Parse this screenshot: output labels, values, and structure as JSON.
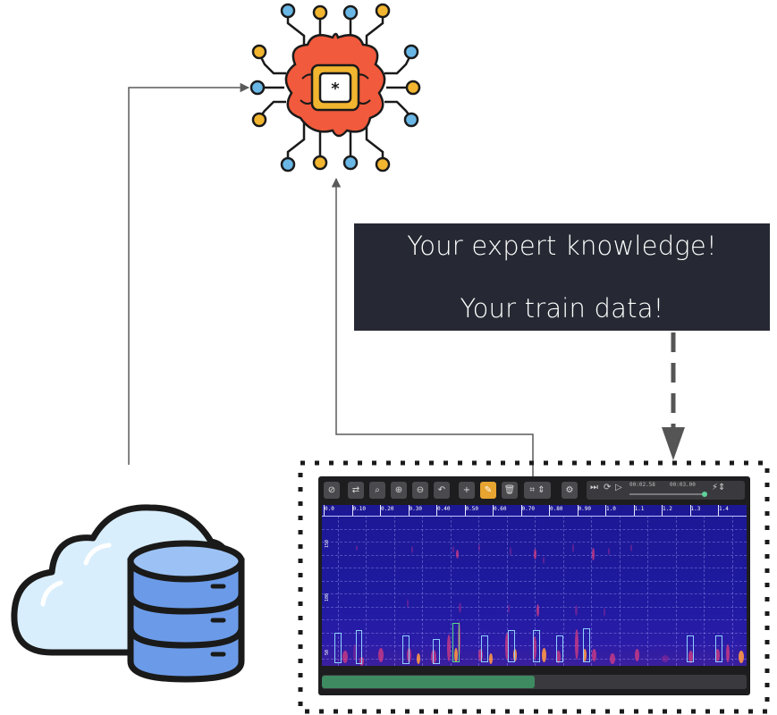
{
  "callout": {
    "line1": "Your expert knowledge!",
    "line2": "Your train data!"
  },
  "icons": {
    "model": "brain-chip-icon",
    "storage": "cloud-database-icon"
  },
  "colors": {
    "callout_bg": "#262933",
    "spectrogram_bg": "#1c1894",
    "accent": "#e8a430",
    "scroll_thumb": "#3e8a61",
    "brain": "#f15a3c",
    "chip": "#f2b530",
    "pin_blue": "#6ab7e6"
  },
  "annotation_tool": {
    "playback": {
      "current_time": "00:02.58",
      "total_time": "00:03.00",
      "progress": 0.96
    },
    "toolbar_icons": [
      "eye-off-icon",
      "swap-icon",
      "search-icon",
      "zoom-in-icon",
      "zoom-out-icon",
      "undo-icon",
      "plus-icon",
      "pencil-icon",
      "trash-icon",
      "crop-icon",
      "gear-icon",
      "skip-icon",
      "loop-icon",
      "play-icon",
      "speed-icon"
    ],
    "time_ticks": [
      "0.0",
      "0.10",
      "0.20",
      "0.30",
      "0.40",
      "0.50",
      "0.60",
      "0.70",
      "0.80",
      "0.90",
      "1.0",
      "1.1",
      "1.2",
      "1.3",
      "1.4"
    ],
    "freq_ticks": [
      "150",
      "100",
      "50"
    ],
    "scroll_position": 0.5
  }
}
